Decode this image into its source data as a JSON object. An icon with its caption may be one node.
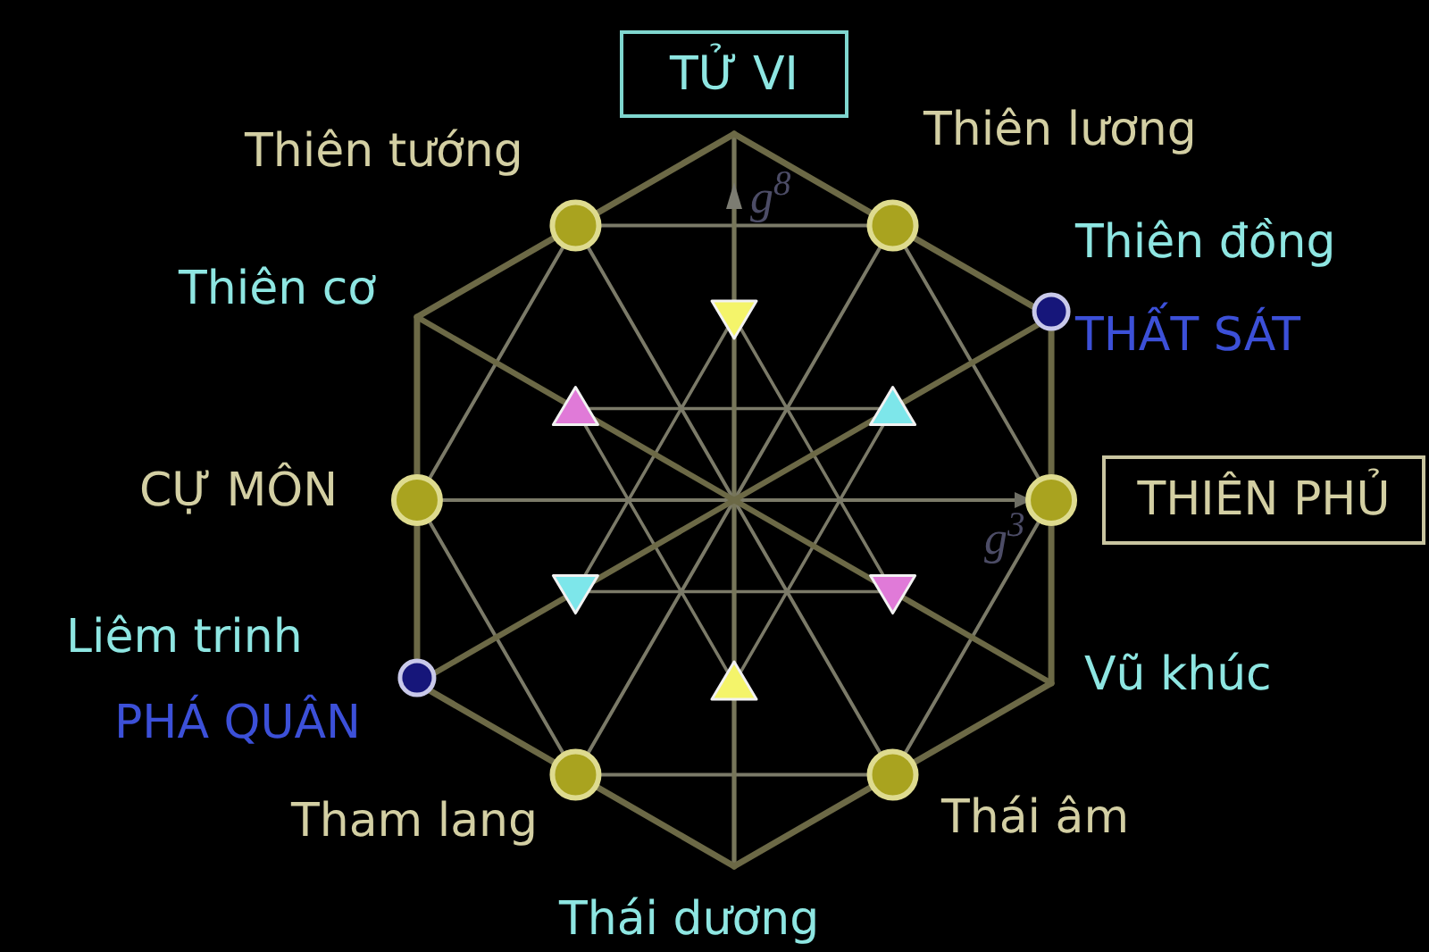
{
  "diagram": {
    "nodes": [
      {
        "text": [
          "TỬ VI"
        ]
      },
      {
        "text": [
          "THIÊN PHỦ"
        ]
      }
    ],
    "labels": [
      "Thiên tướng",
      "Thiên lương",
      "g$^{8}$",
      "Thiên đồng",
      "Thiên cơ",
      "THẤT SÁT",
      "CỰ MÔN",
      "g$^{3}$",
      "Liêm trinh",
      "Vũ khúc",
      "PHÁ QUÂN",
      "Tham lang",
      "Thái âm",
      "Thái dương"
    ]
  }
}
